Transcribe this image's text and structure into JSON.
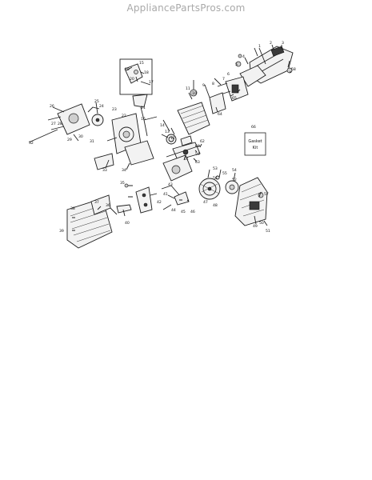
{
  "watermark": "AppliancePartsPros.com",
  "kit_box": {
    "line1": "Gasket",
    "line2": "Kit"
  },
  "callouts": {
    "c1": "1",
    "c2": "2",
    "c3": "3",
    "c4": "4",
    "c5": "5",
    "c6": "6",
    "c7": "7",
    "c8": "8",
    "c9": "9",
    "c10": "10",
    "c11": "11",
    "c12": "12",
    "c13": "13",
    "c14": "14",
    "c15": "15",
    "c16": "16",
    "c17": "17",
    "c18": "18",
    "c19": "19",
    "c20": "20",
    "c21": "21",
    "c22": "22",
    "c23": "23",
    "c24": "24",
    "c25": "25",
    "c26": "26",
    "c27": "27",
    "c28": "28",
    "c29": "29",
    "c30": "30",
    "c31": "31",
    "c32": "32",
    "c33": "33",
    "c34": "34",
    "c35": "35",
    "c36": "36",
    "c37": "37",
    "c38": "38",
    "c39": "39",
    "c40": "40",
    "c41": "41",
    "c42": "42",
    "c43": "43",
    "c44": "44",
    "c45": "45",
    "c46": "46",
    "c47": "47",
    "c48": "48",
    "c49": "49",
    "c50": "50",
    "c51": "51",
    "c52": "52",
    "c53": "53",
    "c54": "54",
    "c55": "55",
    "c56": "56",
    "c57": "57",
    "c58": "58",
    "c59": "59",
    "c60": "60",
    "c61": "61",
    "c62": "62",
    "c63": "63",
    "c64": "64",
    "c65": "65",
    "c66": "66"
  }
}
